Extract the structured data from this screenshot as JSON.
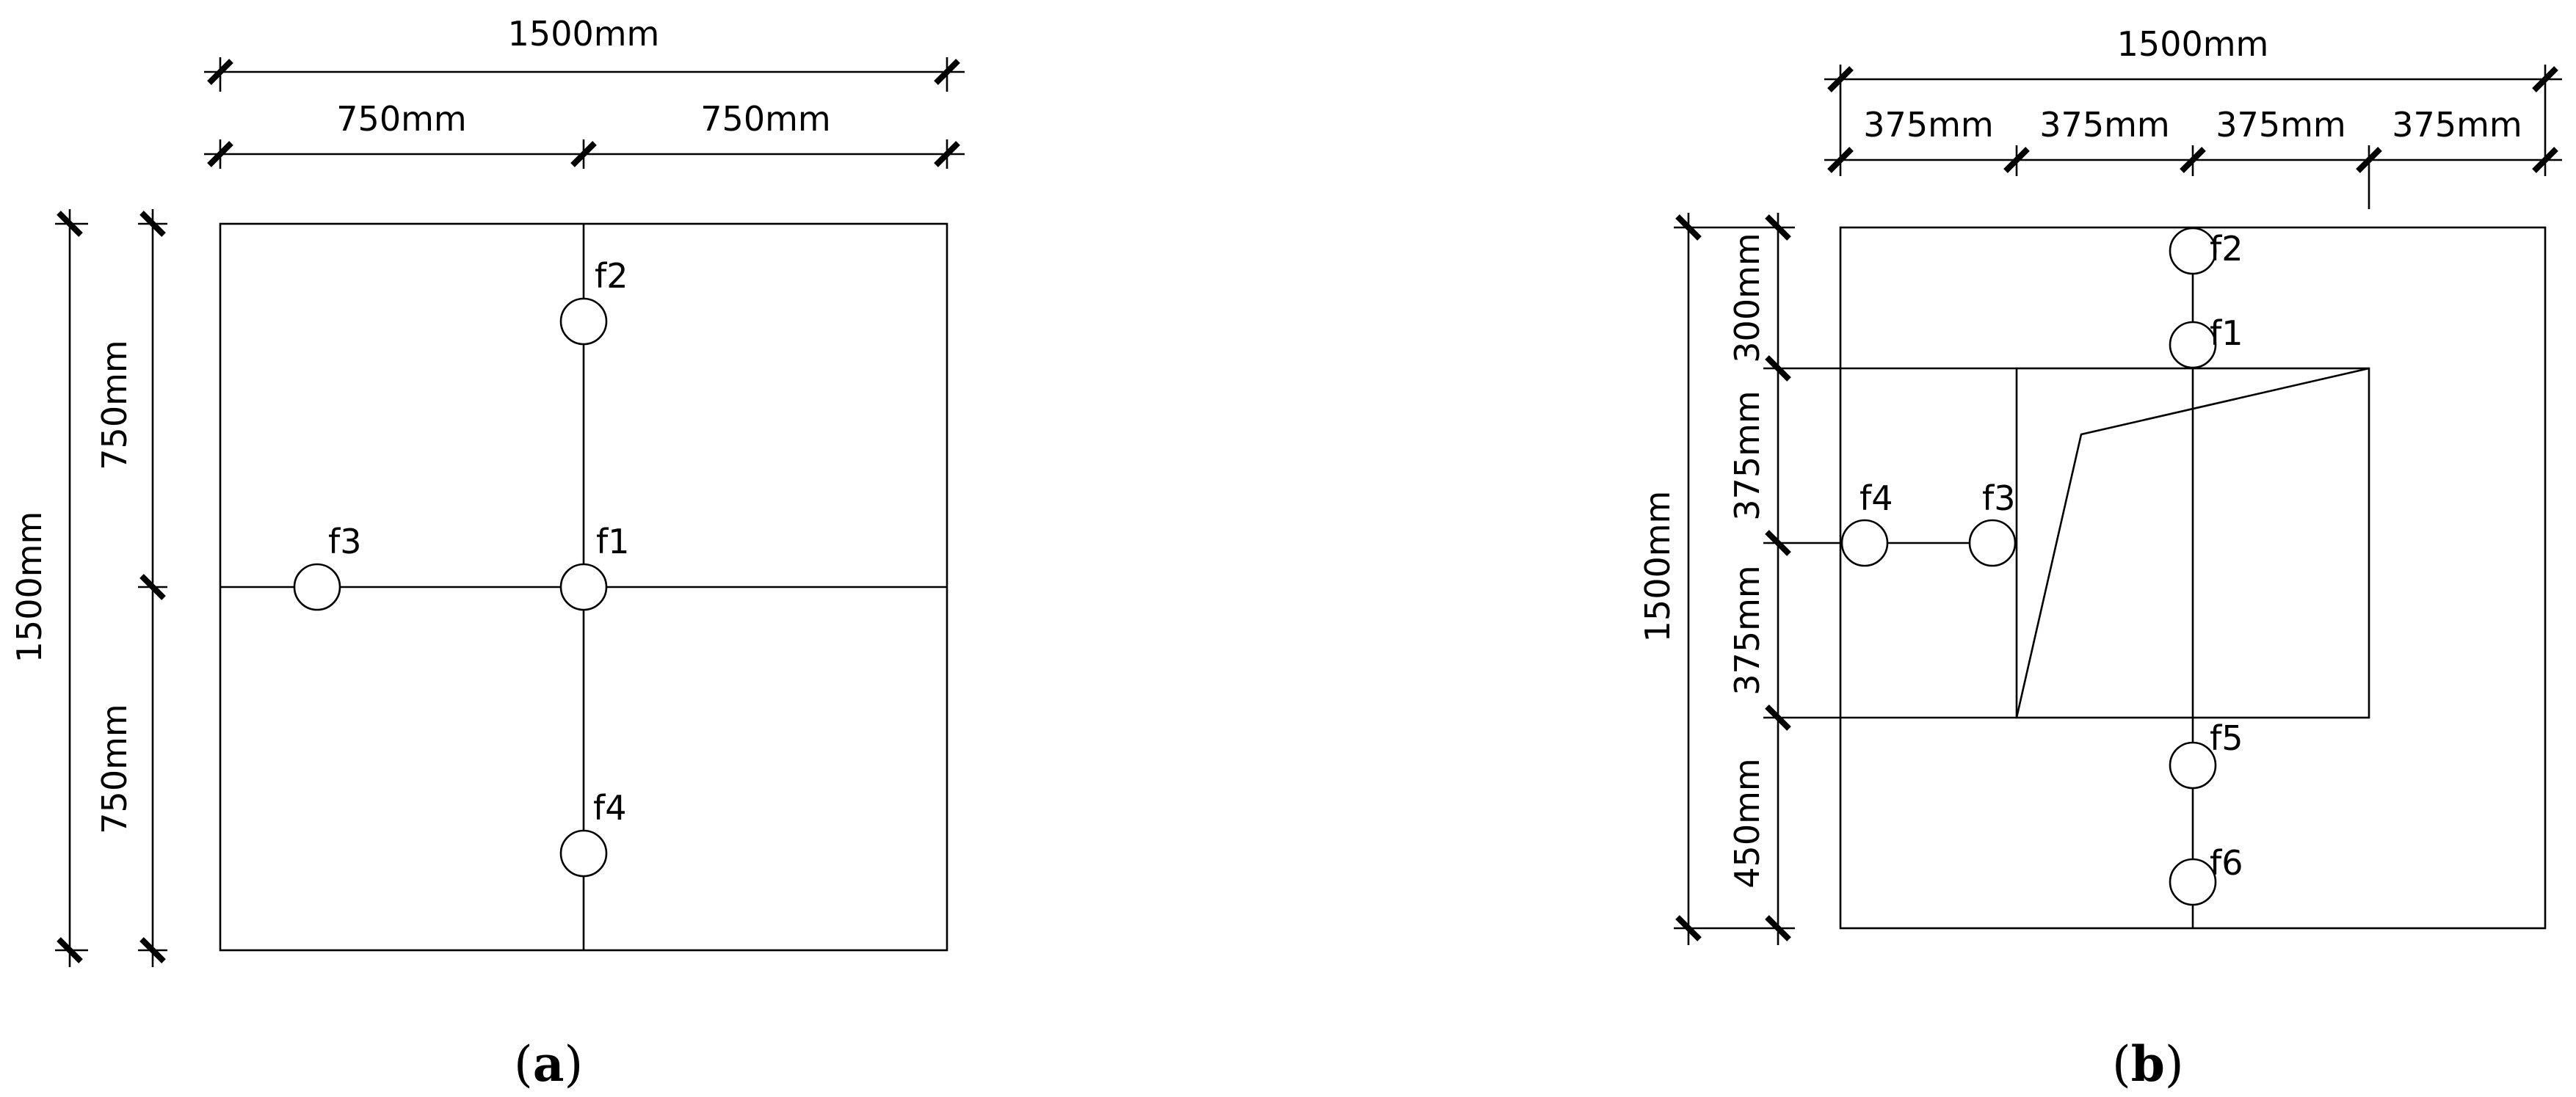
{
  "panel_a": {
    "caption_open": "(",
    "caption_letter": "a",
    "caption_close": ")",
    "dim_top_total": "1500mm",
    "dim_top_left": "750mm",
    "dim_top_right": "750mm",
    "dim_left_total": "1500mm",
    "dim_left_upper": "750mm",
    "dim_left_lower": "750mm",
    "sensors": [
      "f2",
      "f3",
      "f1",
      "f4"
    ]
  },
  "panel_b": {
    "caption_open": "(",
    "caption_letter": "b",
    "caption_close": ")",
    "dim_top_total": "1500mm",
    "dim_top_segments": [
      "375mm",
      "375mm",
      "375mm",
      "375mm"
    ],
    "dim_left_total": "1500mm",
    "dim_left_segments": [
      "300mm",
      "375mm",
      "375mm",
      "450mm"
    ],
    "sensors": [
      "f2",
      "f1",
      "f4",
      "f3",
      "f5",
      "f6"
    ]
  }
}
